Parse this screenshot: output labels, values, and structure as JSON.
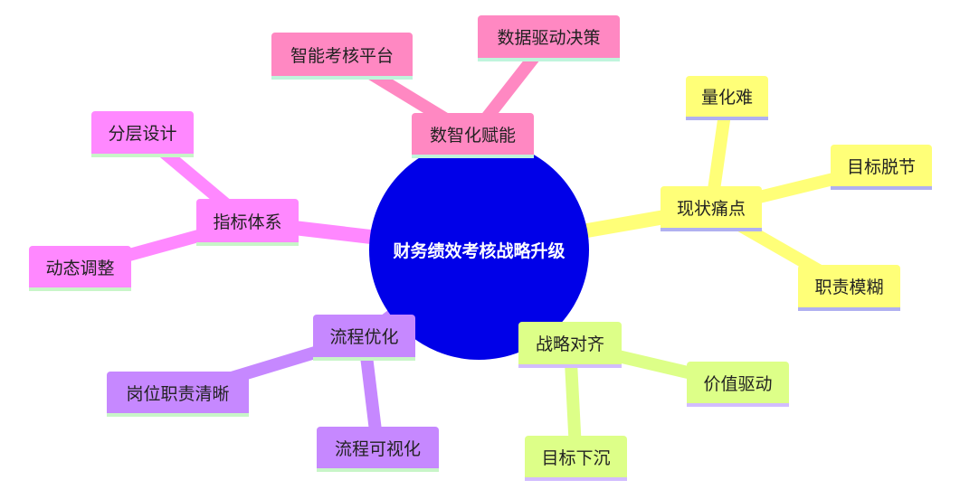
{
  "root": {
    "label": "财务绩效考核战略升级",
    "color": "#0000e8"
  },
  "branches": [
    {
      "id": "b0",
      "label": "数智化赋能",
      "color": "#ff88c2",
      "underline": "#bff5dc",
      "children": [
        {
          "id": "c00",
          "label": "智能考核平台"
        },
        {
          "id": "c01",
          "label": "数据驱动决策"
        }
      ]
    },
    {
      "id": "b1",
      "label": "现状痛点",
      "color": "#ffff78",
      "underline": "#b0b0f0",
      "children": [
        {
          "id": "c10",
          "label": "量化难"
        },
        {
          "id": "c11",
          "label": "目标脱节"
        },
        {
          "id": "c12",
          "label": "职责模糊"
        }
      ]
    },
    {
      "id": "b2",
      "label": "战略对齐",
      "color": "#ddff88",
      "underline": "#d2bcff",
      "children": [
        {
          "id": "c20",
          "label": "价值驱动"
        },
        {
          "id": "c21",
          "label": "目标下沉"
        }
      ]
    },
    {
      "id": "b3",
      "label": "流程优化",
      "color": "#c688ff",
      "underline": "#c8f5c8",
      "children": [
        {
          "id": "c30",
          "label": "岗位职责清晰"
        },
        {
          "id": "c31",
          "label": "流程可视化"
        }
      ]
    },
    {
      "id": "b4",
      "label": "指标体系",
      "color": "#ff88ff",
      "underline": "#c8f5c8",
      "children": [
        {
          "id": "c40",
          "label": "分层设计"
        },
        {
          "id": "c41",
          "label": "动态调整"
        }
      ]
    }
  ]
}
